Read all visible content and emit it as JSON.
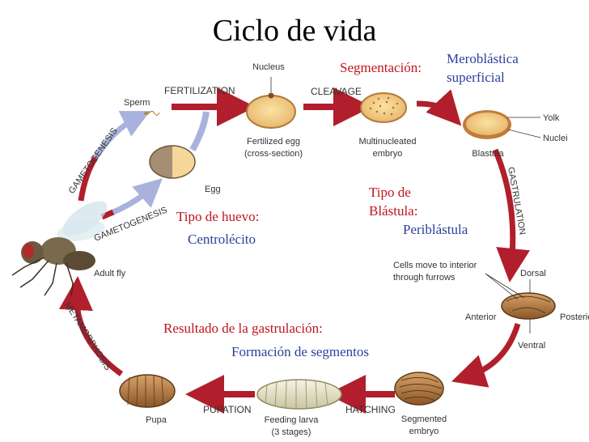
{
  "title": "Ciclo de vida",
  "colors": {
    "arrow_red": "#b01f2b",
    "arrow_blue": "#a9b1dc",
    "annot_red": "#c0141c",
    "annot_blue": "#2c3f9b",
    "label_gray": "#333333"
  },
  "annotations": {
    "segmentacion_label": "Segmentación:",
    "segmentacion_value_line1": "Meroblástica",
    "segmentacion_value_line2": "superficial",
    "huevo_label": "Tipo de huevo:",
    "huevo_value": "Centrolécito",
    "blastula_label_line1": "Tipo de",
    "blastula_label_line2": "Blástula:",
    "blastula_value": "Periblástula",
    "gastrulacion_label": "Resultado de la gastrulación:",
    "gastrulacion_value": "Formación de segmentos"
  },
  "stages": {
    "sperm": "Sperm",
    "egg": "Egg",
    "nucleus": "Nucleus",
    "fertilized_line1": "Fertilized egg",
    "fertilized_line2": "(cross-section)",
    "multinucleated_line1": "Multinucleated",
    "multinucleated_line2": "embryo",
    "yolk": "Yolk",
    "nuclei": "Nuclei",
    "blastula": "Blastula",
    "cells_line1": "Cells move to interior",
    "cells_line2": "through furrows",
    "dorsal": "Dorsal",
    "anterior": "Anterior",
    "posterior": "Posterior",
    "ventral": "Ventral",
    "segmented_line1": "Segmented",
    "segmented_line2": "embryo",
    "feeding_line1": "Feeding larva",
    "feeding_line2": "(3 stages)",
    "pupa": "Pupa",
    "adult": "Adult fly"
  },
  "processes": {
    "fertilization": "FERTILIZATION",
    "cleavage": "CLEAVAGE",
    "gastrulation": "GASTRULATION",
    "hatching": "HATCHING",
    "pupation": "PUPATION",
    "metamorphosis": "METAMORPHOSIS",
    "gametogenesis_top": "GAMETOGENESIS",
    "gametogenesis_bottom": "GAMETOGENESIS"
  }
}
